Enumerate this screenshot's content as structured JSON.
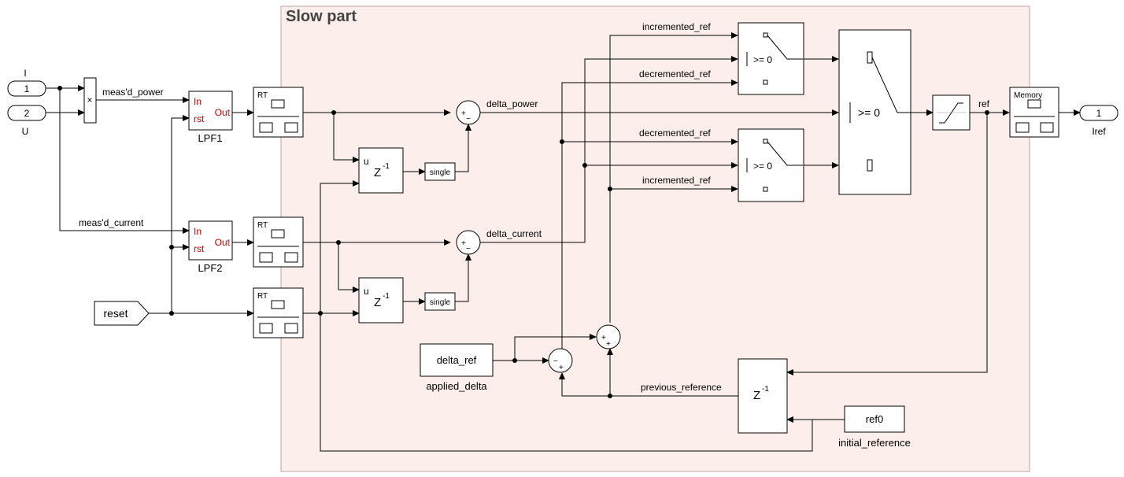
{
  "diagram": {
    "area_title": "Slow part",
    "inports": [
      {
        "number": "1",
        "name": "I"
      },
      {
        "number": "2",
        "name": "U"
      }
    ],
    "outport": {
      "number": "1",
      "name": "Iref"
    },
    "reset_label": "reset",
    "product_symbol": "×",
    "signals": {
      "meas_power": "meas'd_power",
      "meas_current": "meas'd_current",
      "delta_power": "delta_power",
      "delta_current": "delta_current",
      "incremented_ref": "incremented_ref",
      "decremented_ref": "decremented_ref",
      "ref": "ref",
      "previous_reference": "previous_reference"
    },
    "lpf": {
      "names": [
        "LPF1",
        "LPF2"
      ],
      "in": "In",
      "rst": "rst",
      "out": "Out"
    },
    "rt_label": "RT",
    "delay": {
      "u": "u",
      "z": "Z",
      "exp": "-1"
    },
    "single": "single",
    "switch_threshold": ">= 0",
    "sat_ref": "ref",
    "memory_label": "Memory",
    "delta_ref": {
      "value": "delta_ref",
      "caption": "applied_delta"
    },
    "ref0": {
      "value": "ref0",
      "caption": "initial_reference"
    },
    "sum_signs": {
      "plus": "+",
      "minus": "−"
    }
  }
}
